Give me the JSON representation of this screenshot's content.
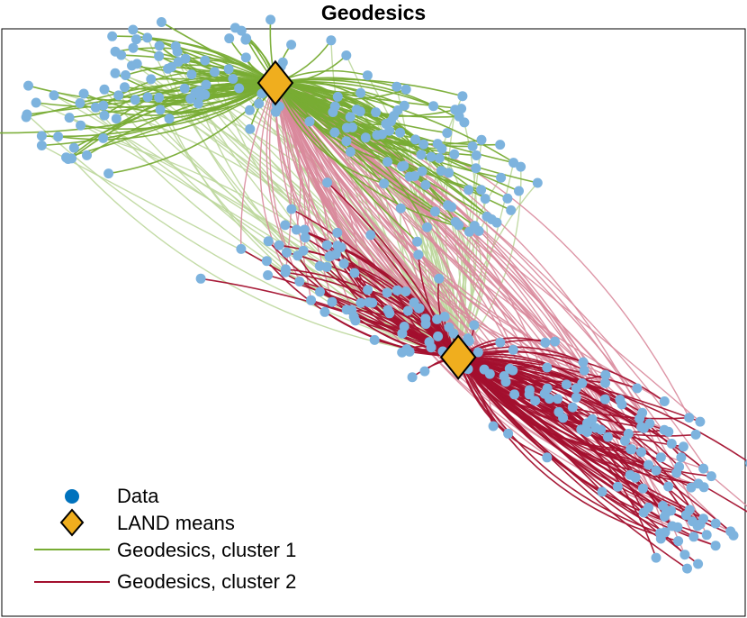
{
  "chart_data": {
    "type": "scatter",
    "title": "Geodesics",
    "xlabel": "",
    "ylabel": "",
    "xlim": [
      0,
      1
    ],
    "ylim": [
      0,
      1
    ],
    "grid": false,
    "axes_visible": false,
    "legend_placement": "bottom-left",
    "legend": [
      "Data",
      "LAND means",
      "Geodesics, cluster 1",
      "Geodesics, cluster 2"
    ],
    "colors": {
      "data": "#7db3de",
      "mean_fill": "#f0ae1e",
      "mean_edge": "#000000",
      "cluster1": "#78ac34",
      "cluster1_light": "#bcd79c",
      "cluster2": "#a3102e",
      "cluster2_light": "#d98a9c"
    },
    "land_means": [
      {
        "x": 0.368,
        "y": 0.908
      },
      {
        "x": 0.614,
        "y": 0.441
      }
    ],
    "clusters": [
      {
        "name": "Geodesics, cluster 1",
        "anchors": [
          [
            0.075,
            0.78
          ],
          [
            0.13,
            0.9
          ],
          [
            0.26,
            0.95
          ],
          [
            0.368,
            0.908
          ],
          [
            0.47,
            0.89
          ],
          [
            0.6,
            0.8
          ],
          [
            0.66,
            0.66
          ]
        ],
        "spread": 0.045,
        "n_points": 170
      },
      {
        "name": "Geodesics, cluster 2",
        "anchors": [
          [
            0.36,
            0.67
          ],
          [
            0.44,
            0.58
          ],
          [
            0.52,
            0.52
          ],
          [
            0.614,
            0.441
          ],
          [
            0.72,
            0.4
          ],
          [
            0.84,
            0.34
          ],
          [
            0.92,
            0.2
          ],
          [
            0.93,
            0.08
          ]
        ],
        "spread": 0.038,
        "n_points": 190
      }
    ]
  }
}
